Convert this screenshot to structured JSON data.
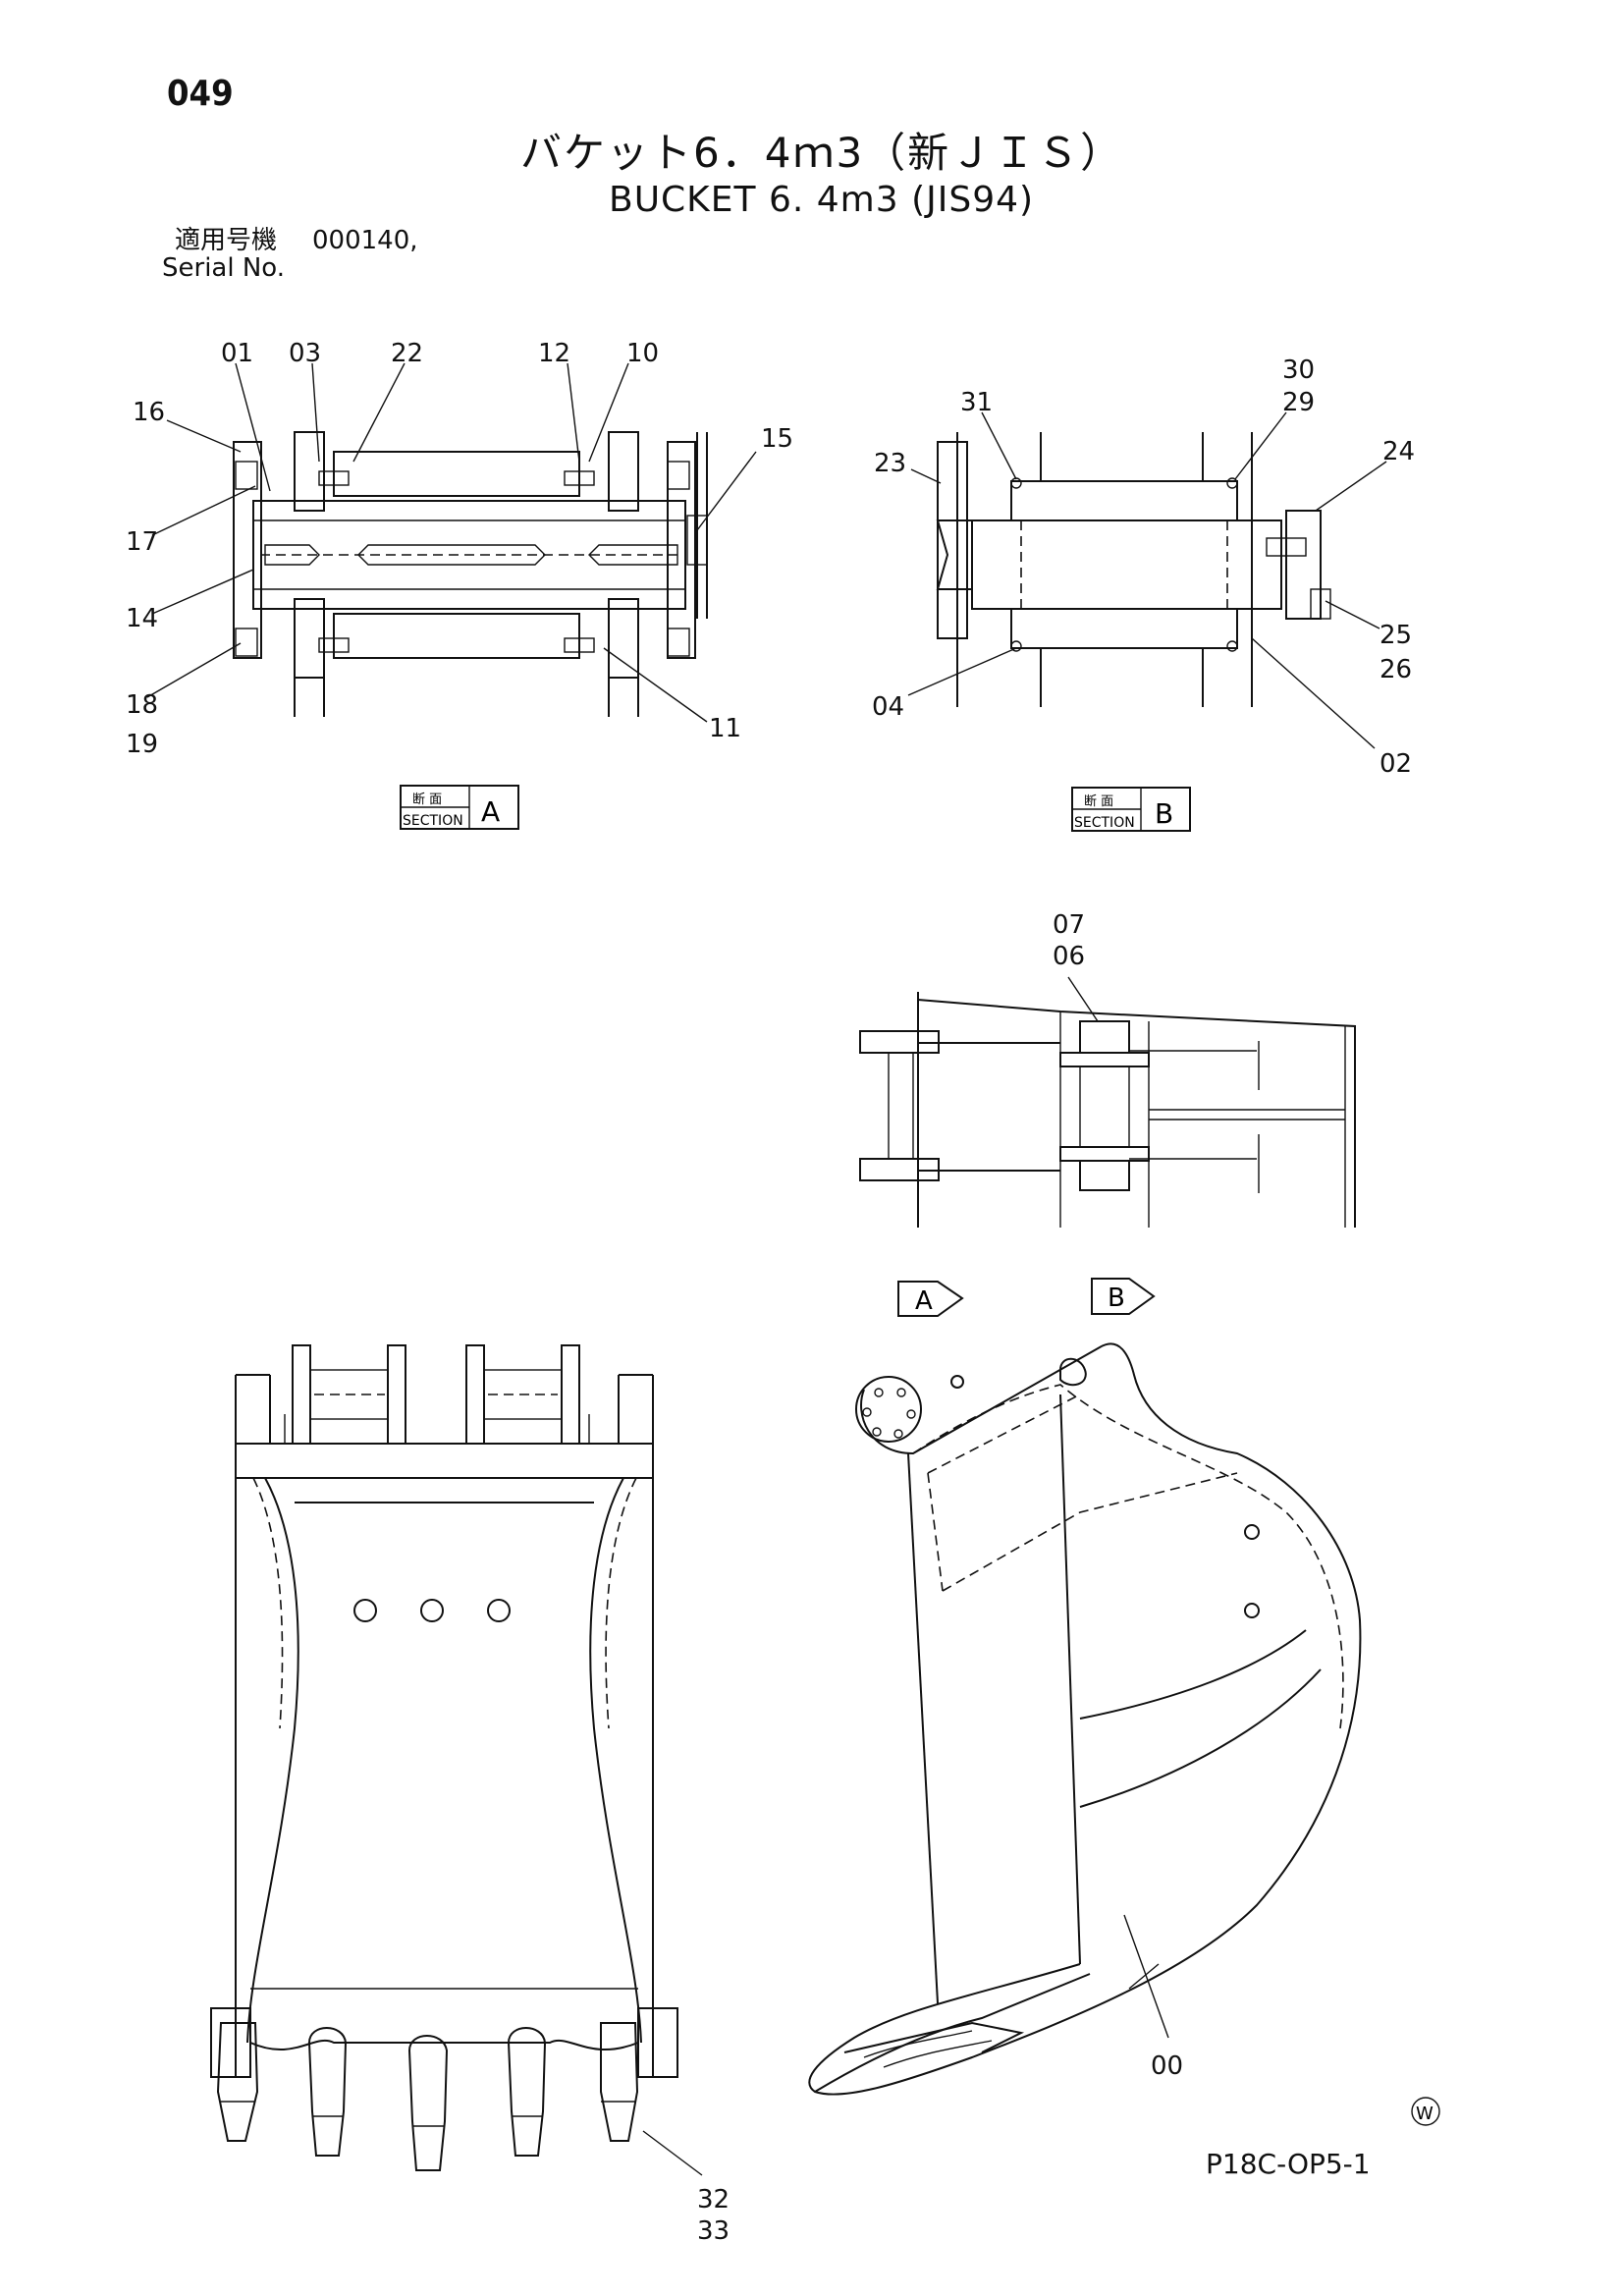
{
  "header": {
    "page_number": "049",
    "title_jp": "バケット6．4ｍ3（新ＪＩＳ）",
    "title_en": "BUCKET 6. 4m3 (JIS94)",
    "serial_label_jp": "適用号機",
    "serial_label_en": "Serial No.",
    "serial_value": "000140,"
  },
  "section_a": {
    "label_jp": "断 面",
    "label_en": "SECTION",
    "letter": "A",
    "callouts": [
      "01",
      "03",
      "22",
      "12",
      "10",
      "16",
      "15",
      "17",
      "14",
      "18",
      "19",
      "11"
    ]
  },
  "section_b": {
    "label_jp": "断 面",
    "label_en": "SECTION",
    "letter": "B",
    "callouts": [
      "30",
      "29",
      "31",
      "24",
      "23",
      "25",
      "26",
      "04",
      "02"
    ]
  },
  "top_view": {
    "callouts": [
      "07",
      "06"
    ],
    "view_arrow_a": "A",
    "view_arrow_b": "B"
  },
  "front_view": {
    "callouts": [
      "32",
      "33"
    ]
  },
  "side_view": {
    "callouts": [
      "00"
    ]
  },
  "footer": {
    "mark": "W",
    "drawing_code": "P18C-OP5-1"
  }
}
